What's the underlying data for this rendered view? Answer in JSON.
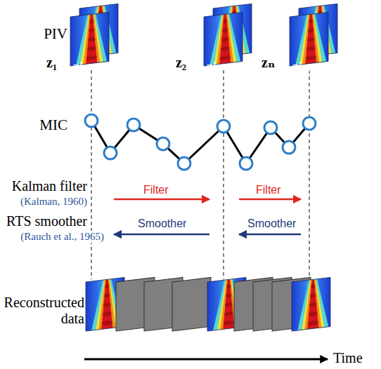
{
  "diagram": {
    "labels": [
      "PIV",
      "z₁",
      "z′₁",
      "z₂",
      "z′₂",
      "zₙ",
      "z′ₙ",
      "MIC",
      "Kalman filter",
      "(Kalman, 1960)",
      "Filter",
      "Filter",
      "RTS smoother",
      "(Rauch et al., 1965)",
      "Smoother",
      "Smoother",
      "Reconstructed data",
      "Time"
    ]
  }
}
